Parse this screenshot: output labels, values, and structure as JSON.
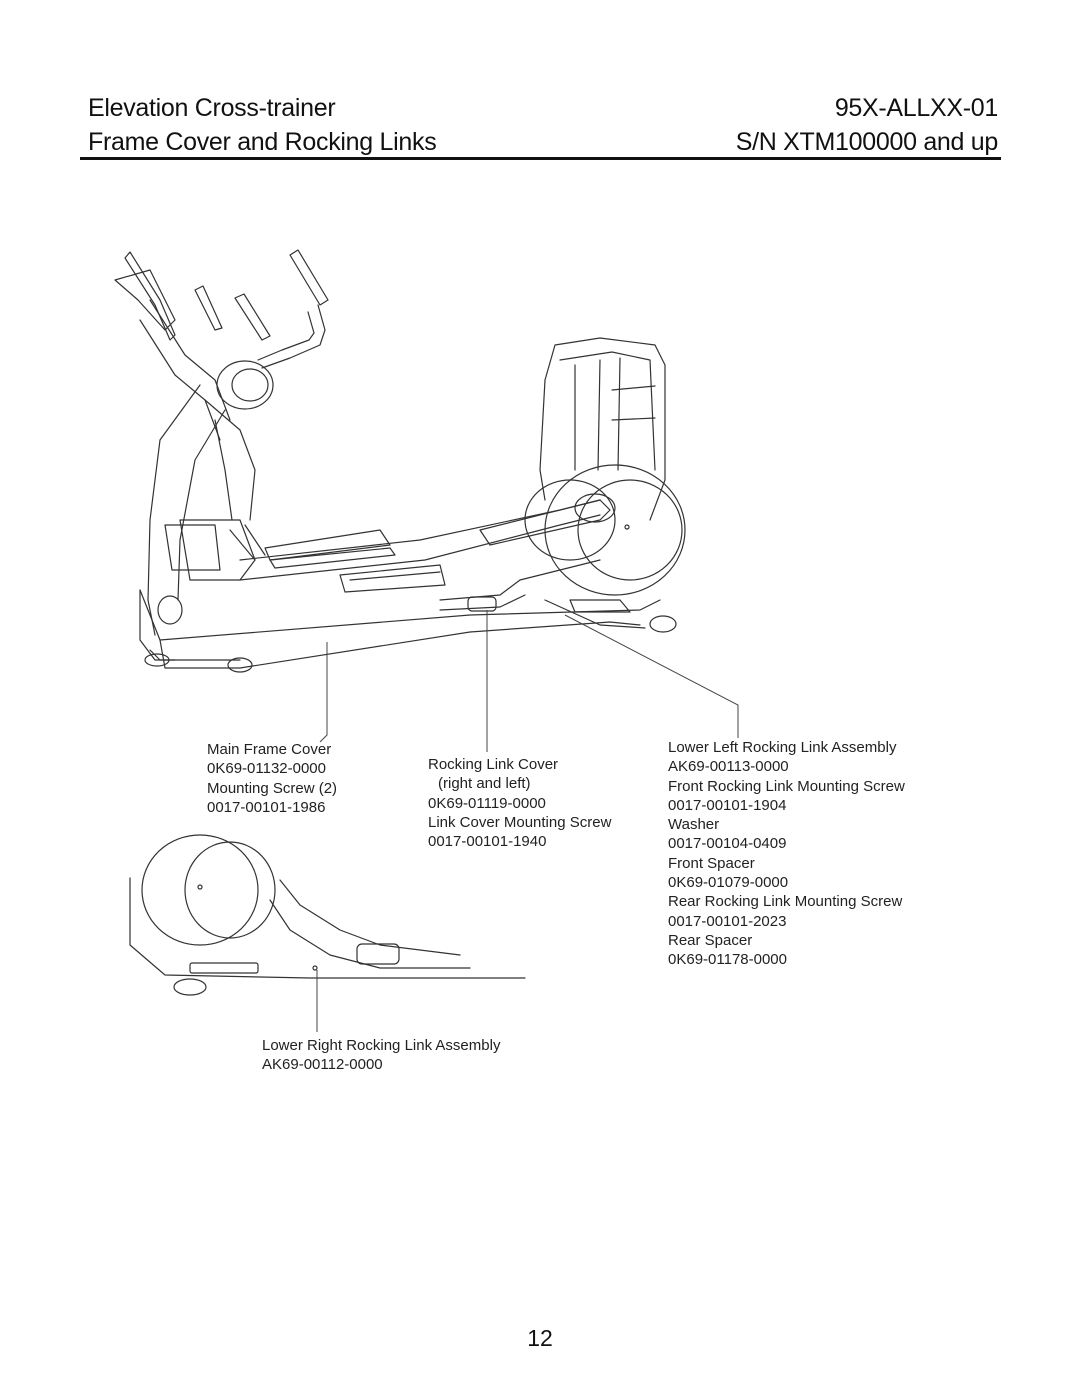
{
  "header": {
    "product": "Elevation Cross-trainer",
    "model": "95X-ALLXX-01",
    "section": "Frame Cover and Rocking Links",
    "serial": "S/N XTM100000 and up"
  },
  "callouts": {
    "main_frame": {
      "lines": [
        "Main Frame Cover",
        "0K69-01132-0000",
        "Mounting Screw (2)",
        "0017-00101-1986"
      ]
    },
    "rocking_link_cover": {
      "lines": [
        "Rocking Link Cover",
        "(right and left)",
        "0K69-01119-0000",
        "Link Cover Mounting Screw",
        "0017-00101-1940"
      ]
    },
    "lower_left": {
      "lines": [
        "Lower Left Rocking Link Assembly",
        "AK69-00113-0000",
        "Front Rocking Link Mounting Screw",
        "0017-00101-1904",
        "Washer",
        "0017-00104-0409",
        "Front Spacer",
        "0K69-01079-0000",
        "Rear Rocking Link Mounting Screw",
        "0017-00101-2023",
        "Rear Spacer",
        "0K69-01178-0000"
      ]
    },
    "lower_right": {
      "lines": [
        "Lower Right Rocking Link Assembly",
        "AK69-00112-0000"
      ]
    }
  },
  "page_number": "12"
}
